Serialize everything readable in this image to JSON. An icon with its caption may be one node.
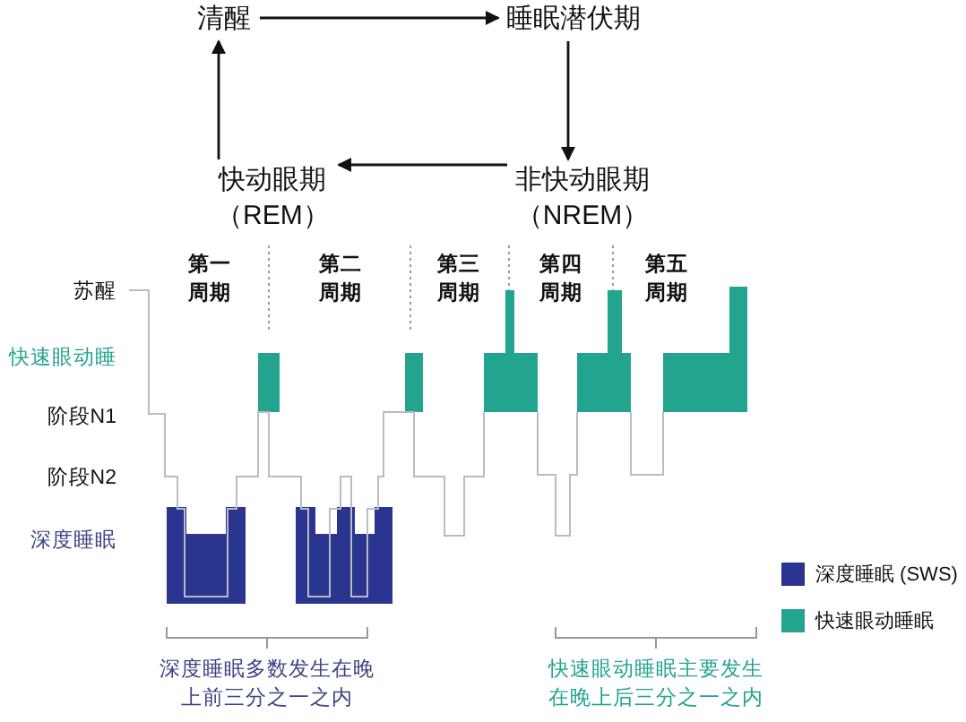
{
  "diagram": {
    "nodes": [
      {
        "text": [
          "清醒"
        ]
      },
      {
        "text": [
          "睡眠潜伏期"
        ]
      },
      {
        "text": [
          "非快动眼期",
          "（NREM）"
        ]
      },
      {
        "text": [
          "快动眼期",
          "（REM）"
        ]
      }
    ],
    "edges": [
      {
        "from": 0,
        "to": 1,
        "arrow": "to"
      },
      {
        "from": 1,
        "to": 2,
        "arrow": "to"
      },
      {
        "from": 2,
        "to": 3,
        "arrow": "to"
      },
      {
        "from": 3,
        "to": 0,
        "arrow": "to"
      }
    ],
    "labels": [
      "第一周期",
      "第二周期",
      "第三周期",
      "第四周期",
      "第五周期",
      "苏醒",
      "快速眼动睡",
      "阶段N1",
      "阶段N2",
      "深度睡眠",
      "深度睡眠多数发生在晚上前三分之一之内",
      "快速眼动睡眠主要发生在晚上后三分之一之内"
    ],
    "legend": [
      {
        "text": "深度睡眠 (SWS)",
        "color": "#29358f"
      },
      {
        "text": "快速眼动睡眠",
        "color": "#22a48e"
      }
    ]
  }
}
